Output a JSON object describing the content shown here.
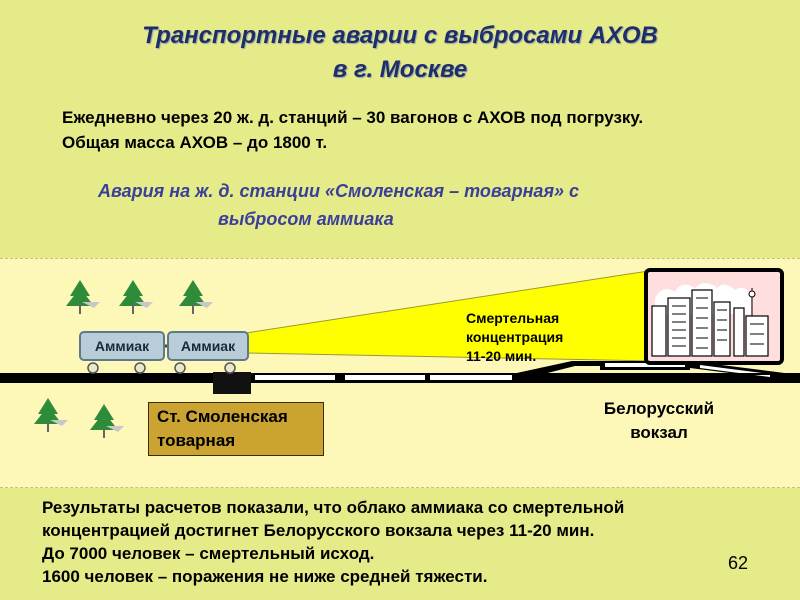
{
  "title": {
    "line1": "Транспортные аварии с выбросами АХОВ",
    "line2": "в г. Москве"
  },
  "intro": {
    "line1": "Ежедневно через 20 ж. д. станций – 30 вагонов с АХОВ под погрузку.",
    "line2": "Общая масса АХОВ – до 1800 т."
  },
  "accident": {
    "line1": "Авария на ж. д. станции «Смоленская – товарная» с",
    "line2": "выбросом аммиака"
  },
  "scene": {
    "wagon1_label": "Аммиак",
    "wagon2_label": "Аммиак",
    "station_line1": "Ст. Смоленская",
    "station_line2": "товарная",
    "deadly_line1": "Смертельная",
    "deadly_line2": "концентрация",
    "deadly_line3": "11-20 мин.",
    "destination_line1": "Белорусский",
    "destination_line2": "вокзал"
  },
  "results": {
    "line1": "Результаты расчетов показали, что облако аммиака со смертельной",
    "line2": "концентрацией достигнет Белорусского вокзала через 11-20 мин.",
    "line3": "До 7000 человек – смертельный исход.",
    "line4": "1600 человек – поражения не ниже средней тяжести."
  },
  "page_number": "62",
  "colors": {
    "background": "#e6eb8a",
    "scene_background": "#fdf7b8",
    "title": "#1c2f6a",
    "accident_text": "#3a3f9a",
    "cloud": "#ffff00",
    "station_box": "#caa331",
    "wagon": "#b9cdd8",
    "tree": "#2e8b3a"
  },
  "icons": [
    "tree-icon",
    "wagon-icon",
    "wheel-icon",
    "city-icon",
    "ammonia-cloud-shape",
    "railway-track"
  ]
}
